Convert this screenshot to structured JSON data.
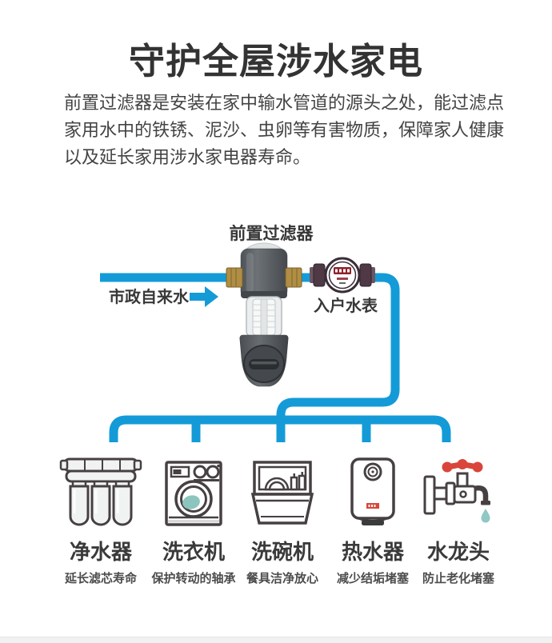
{
  "page": {
    "title": "守护全屋涉水家电",
    "intro_lines": [
      "前置过滤器是安装在家中输水管道的源头之处，能过滤点",
      "家用水中的铁锈、泥沙、虫卵等有害物质，保障家人健康",
      "以及延长家用涉水家电器寿命。"
    ]
  },
  "diagram": {
    "filter_label": "前置过滤器",
    "source_label": "市政自来水",
    "meter_label": "入户水表",
    "flow_arrow": "right-arrow-icon",
    "appliances": [
      {
        "name": "净水器",
        "benefit": "延长滤芯寿命",
        "icon": "water-purifier-icon"
      },
      {
        "name": "洗衣机",
        "benefit": "保护转动的轴承",
        "icon": "washing-machine-icon"
      },
      {
        "name": "洗碗机",
        "benefit": "餐具洁净放心",
        "icon": "dishwasher-icon"
      },
      {
        "name": "热水器",
        "benefit": "减少结垢堵塞",
        "icon": "water-heater-icon"
      },
      {
        "name": "水龙头",
        "benefit": "防止老化堵塞",
        "icon": "faucet-icon"
      }
    ]
  },
  "colors": {
    "pipe": "#149bd7",
    "handle_red": "#d9453a",
    "water_teal": "#8cc5bd",
    "drop_teal": "#8fc8c4"
  }
}
